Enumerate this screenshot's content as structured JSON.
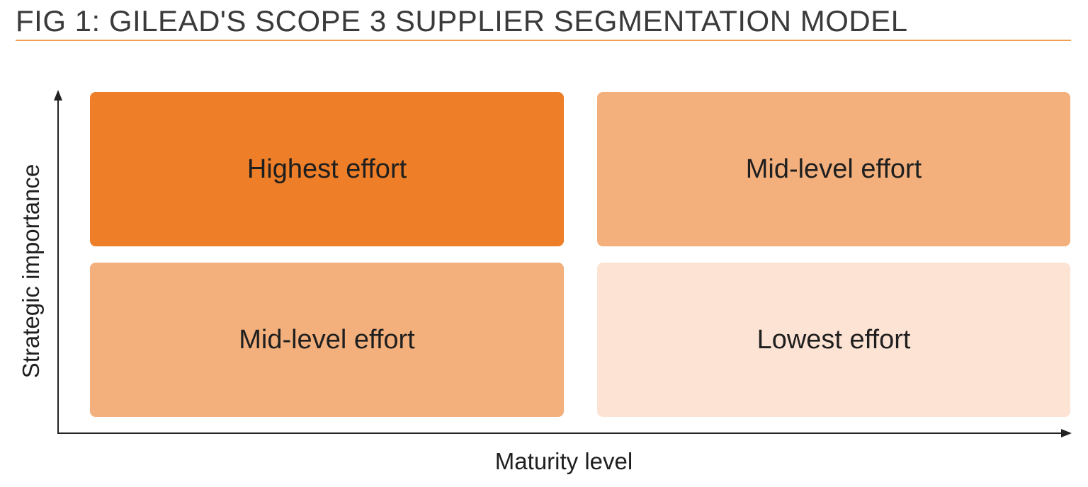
{
  "figure": {
    "title": "FIG 1: GILEAD'S SCOPE 3 SUPPLIER SEGMENTATION MODEL",
    "accent_color": "#f0a050"
  },
  "axes": {
    "y_label": "Strategic importance",
    "x_label": "Maturity level"
  },
  "quadrants": {
    "top_left": {
      "label": "Highest effort",
      "color": "#ee7e27"
    },
    "top_right": {
      "label": "Mid-level effort",
      "color": "#f3b07c"
    },
    "bottom_left": {
      "label": "Mid-level effort",
      "color": "#f3b07c"
    },
    "bottom_right": {
      "label": "Lowest effort",
      "color": "#fce3d3"
    }
  }
}
